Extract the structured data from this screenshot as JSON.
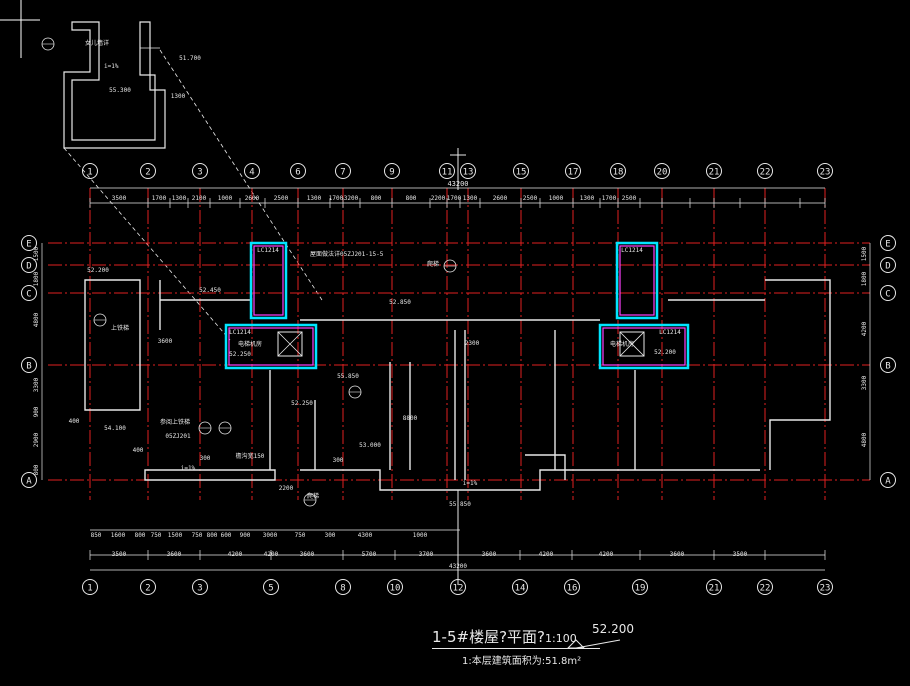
{
  "drawing": {
    "title": "1-5#楼屋?平面?",
    "scale": "1:100",
    "level_mark": "52.200",
    "note_prefix": "1:本层建筑面积为:",
    "note_value": "51.8m²"
  },
  "axis_labels_top": [
    "1",
    "2",
    "3",
    "4",
    "6",
    "7",
    "9",
    "11",
    "13",
    "15",
    "17",
    "18",
    "20",
    "21",
    "22",
    "23"
  ],
  "axis_labels_bottom": [
    "1",
    "2",
    "3",
    "5",
    "8",
    "10",
    "12",
    "14",
    "16",
    "19",
    "21",
    "22",
    "23"
  ],
  "axis_labels_rows": [
    "E",
    "D",
    "C",
    "B",
    "A"
  ],
  "dims_top_overall": "43200",
  "dims_top": [
    "3500",
    "1700",
    "1300",
    "2100",
    "1000",
    "2600",
    "2500",
    "1300",
    "1700",
    "3200",
    "800",
    "800",
    "2200",
    "1700",
    "1300",
    "2600",
    "2500",
    "1000",
    "1300",
    "1700",
    "2500"
  ],
  "dims_bottom": [
    "3500",
    "3600",
    "4200",
    "4200",
    "3600",
    "5700",
    "3700",
    "3600",
    "4200",
    "4200",
    "3600",
    "3500"
  ],
  "dims_bottom_sub": [
    "850",
    "1600",
    "800",
    "750",
    "1500",
    "750",
    "800",
    "600",
    "900",
    "3000",
    "750",
    "300",
    "4300",
    "1000"
  ],
  "dims_bottom_overall": "43200",
  "dims_left": [
    "1500",
    "1800",
    "4800",
    "3300",
    "900",
    "2900",
    "800"
  ],
  "dims_right": [
    "1500",
    "1800",
    "4200",
    "3300",
    "4800"
  ],
  "annotations": {
    "detail_top": "女儿墙详",
    "detail_slope": "i=1%",
    "detail_level": "55.300",
    "detail_level2": "51.700",
    "detail_dim": "1300",
    "elevator_tag": "LC1214",
    "elevator_room": "电梯机房",
    "roof_ref": "屋面做法详05ZJ201-15-5",
    "roof_level_1": "52.450",
    "roof_level_2": "52.850",
    "roof_level_3": "52.200",
    "roof_level_4": "52.250",
    "roof_level_5": "53.000",
    "roof_level_6": "54.100",
    "roof_level_7": "55.850",
    "roof_level_8": "52.250",
    "roof_level_9": "55.850",
    "roof_level_left": "52.200",
    "dim_400a": "400",
    "dim_400b": "400",
    "dim_300": "300",
    "dim_2200": "2200",
    "dim_2300": "2300",
    "dim_8800": "8800",
    "dim_3600": "3600",
    "dim_300b": "300",
    "slope": "i=1%",
    "ladder": "爬梯",
    "ref_ladder": "上铁梯",
    "ref_code": "05ZJ201",
    "ladder_note": "参阅上铁梯",
    "eaves": "檐沟宽150"
  }
}
